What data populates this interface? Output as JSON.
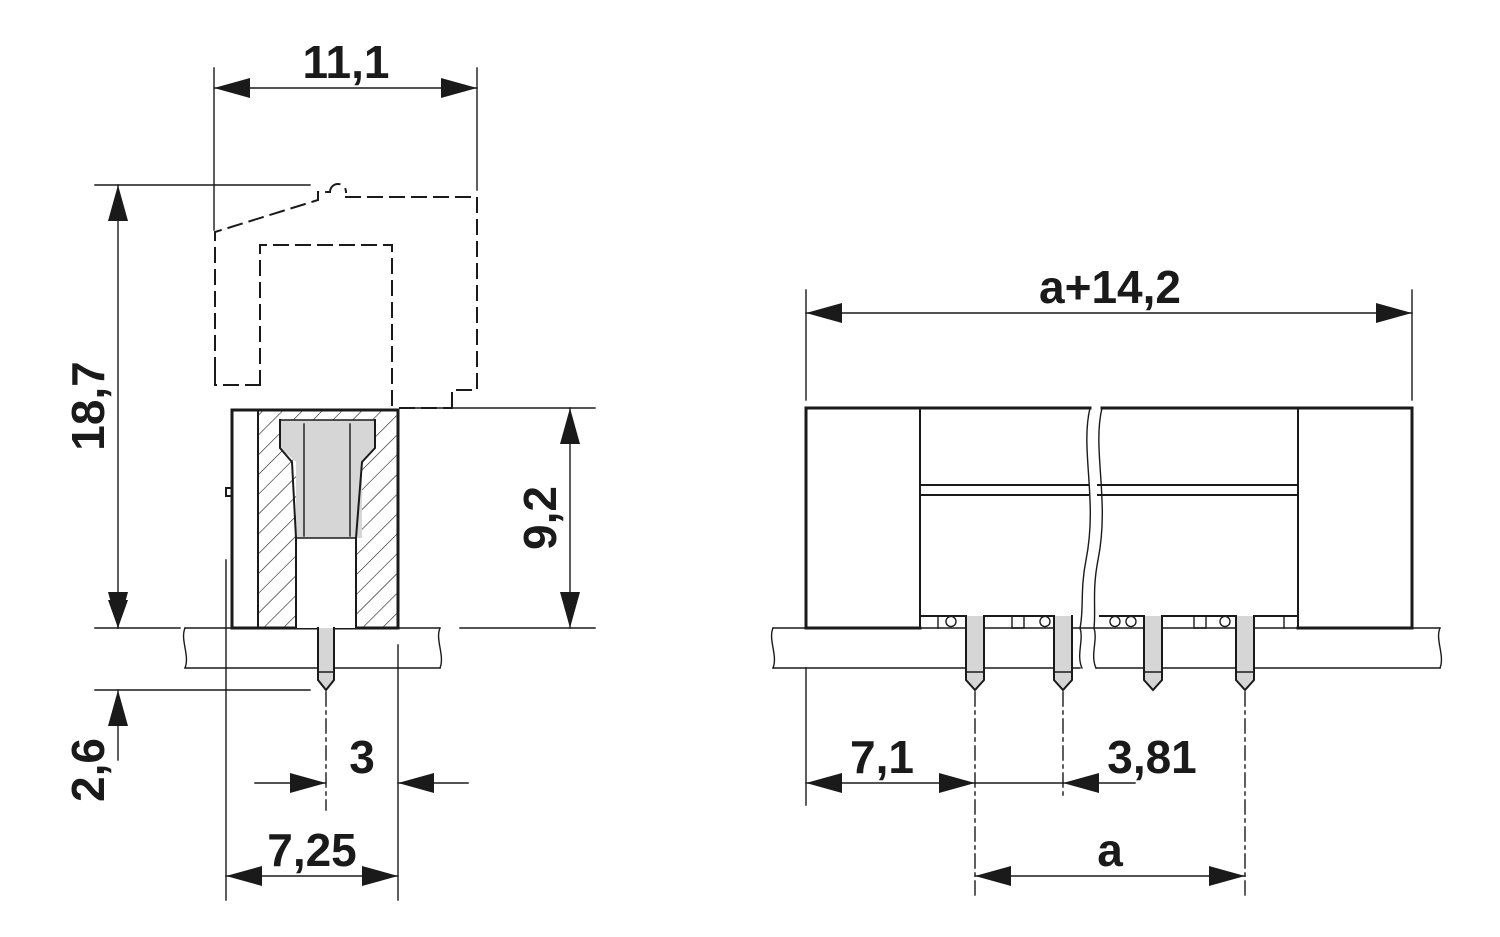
{
  "dimensions": {
    "side_width": "11,1",
    "side_total_height": "18,7",
    "side_body_height": "9,2",
    "pin_length": "2,6",
    "pin_offset": "3",
    "footprint_width": "7,25",
    "front_total_width": "a+14,2",
    "front_first_pin_offset": "7,1",
    "pitch": "3,81",
    "pin_span": "a"
  },
  "colors": {
    "line": "#1a1a1a",
    "pin_fill": "#d6d6d6",
    "background": "#ffffff"
  }
}
